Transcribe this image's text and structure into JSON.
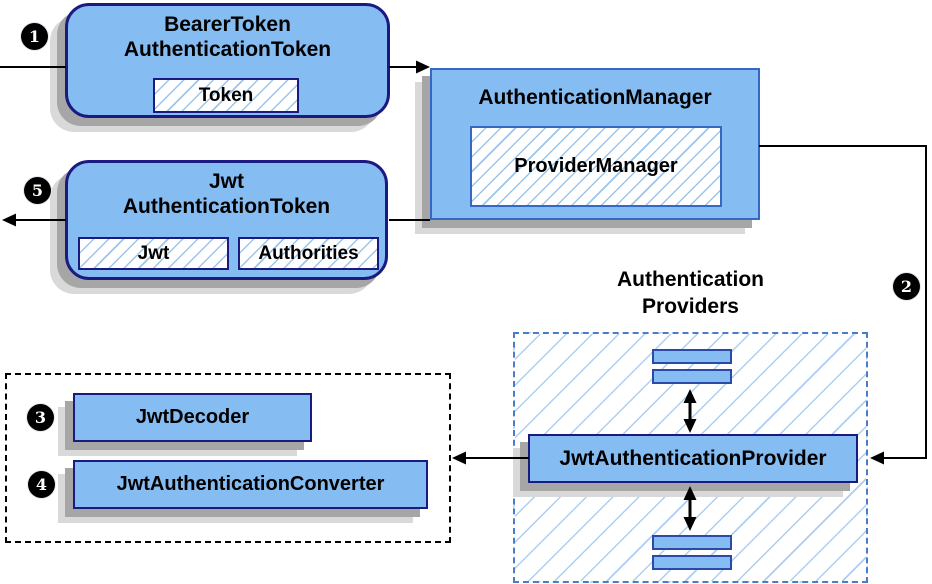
{
  "colors": {
    "box_fill": "#85BCF2",
    "navy": "#1A1A80",
    "blue": "#3568C4",
    "rect_border": "#2B4AA8",
    "hatch": "#9CC5EE",
    "hatch_big": "#ABCFF2",
    "dash_blue": "#4A7CC8",
    "shadow_dark": "#A6A6A6",
    "shadow_light": "#D9D9D9",
    "line": "#000000"
  },
  "steps": {
    "one": "1",
    "two": "2",
    "three": "3",
    "four": "4",
    "five": "5"
  },
  "nodes": {
    "bearer": {
      "line1": "BearerToken",
      "line2": "AuthenticationToken",
      "field": "Token"
    },
    "manager": {
      "title": "AuthenticationManager",
      "inner": "ProviderManager"
    },
    "jwt": {
      "line1": "Jwt",
      "line2": "AuthenticationToken",
      "field_jwt": "Jwt",
      "field_authorities": "Authorities"
    },
    "providers_group": {
      "title_line1": "Authentication",
      "title_line2": "Providers",
      "provider": "JwtAuthenticationProvider"
    },
    "decoder_group": {
      "decoder": "JwtDecoder",
      "converter": "JwtAuthenticationConverter"
    }
  }
}
